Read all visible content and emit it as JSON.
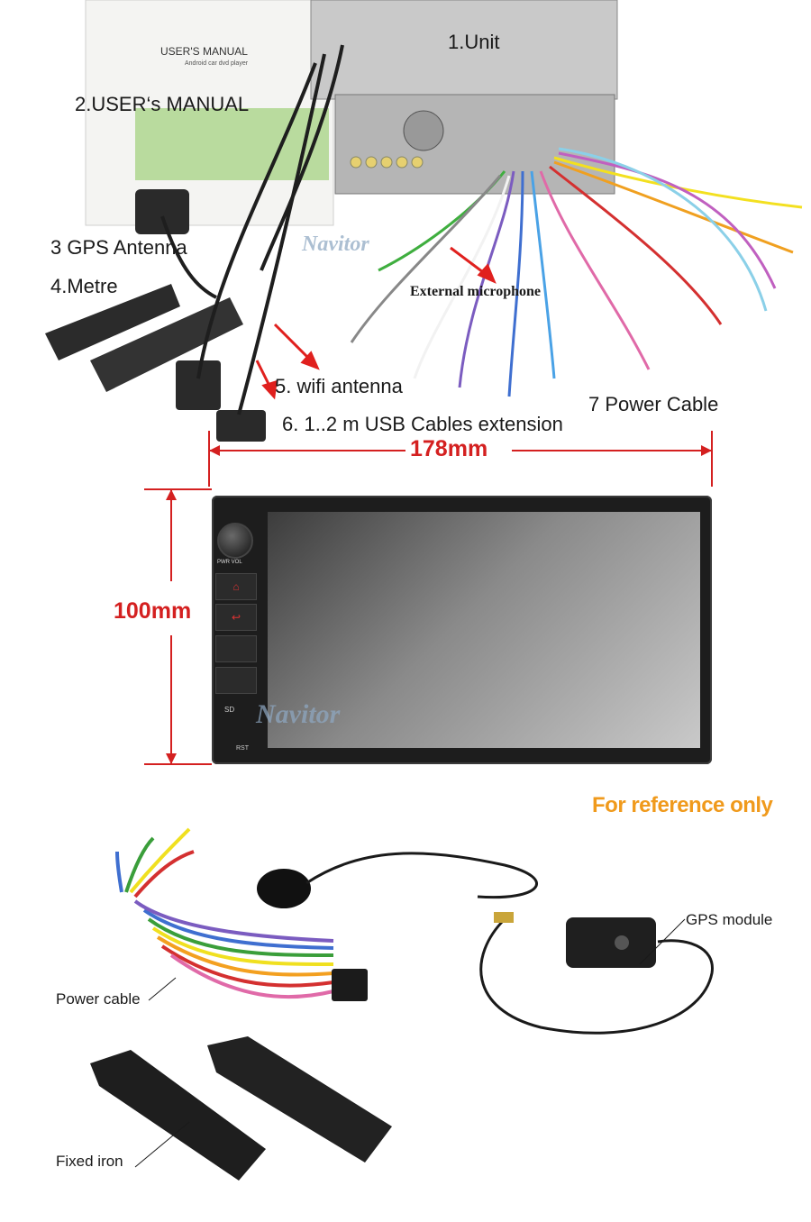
{
  "top": {
    "unit_label": "1.Unit",
    "manual_label": "2.USER‘s MANUAL",
    "gps_label": "3 GPS Antenna",
    "metre_label": "4.Metre",
    "mic_label": "External microphone",
    "wifi_label": "5. wifi antenna",
    "usb_label": "6. 1..2 m USB Cables extension",
    "power_label": "7 Power Cable",
    "manual_cover_title": "USER'S MANUAL",
    "manual_cover_sub": "Android car dvd player",
    "watermark": "Navitor"
  },
  "dimensions": {
    "width_label": "178mm",
    "height_label": "100mm",
    "accent_color": "#d42020"
  },
  "head_unit": {
    "watermark": "Navitor",
    "knob_label": "PWR  VOL",
    "rst_label": "RST",
    "sd_label": "SD"
  },
  "bottom": {
    "reference_note": "For reference only",
    "reference_color": "#f09a1c",
    "gps_module_label": "GPS module",
    "power_cable_label": "Power cable",
    "fixed_iron_label": "Fixed iron"
  }
}
